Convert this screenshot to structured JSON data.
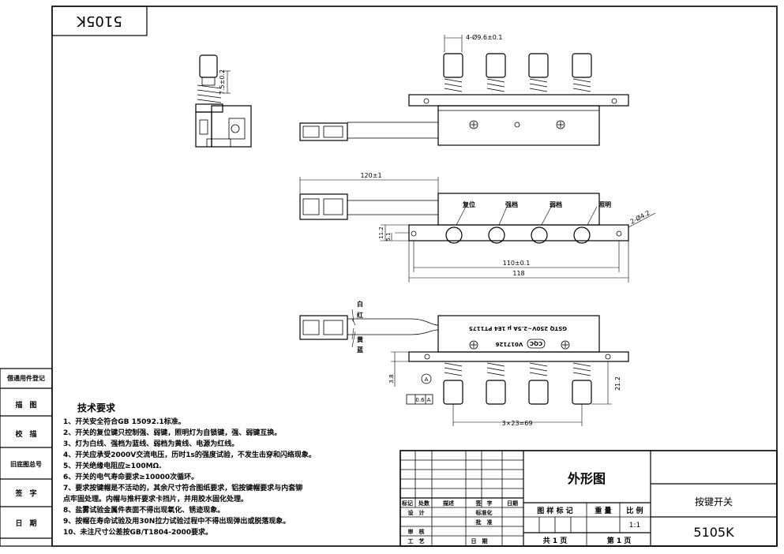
{
  "part_number": "5105K",
  "part_number_flipped": "5105K",
  "side_labels": [
    "借通用件登记",
    "描　图",
    "校　描",
    "旧底图总号",
    "签　字",
    "日　期"
  ],
  "tech": {
    "heading": "技术要求",
    "items": [
      "1、开关安全符合GB 15092.1标准。",
      "2、开关的复位键只控制强、弱键，照明灯为自锁键，强、弱键互换。",
      "3、灯为白线、强档为蓝线、弱档为黄线、电源为红线。",
      "4、开关应承受2000V交流电压，历时1s的强度试验，不发生击穿和闪络现象。",
      "5、开关绝缘电阻应≥100MΩ.",
      "6、开关的电气寿命要求≥10000次循环。",
      "7、要求按键帽是不活动的，其余尺寸符合图纸要求，铝按键帽要求与内套铆",
      "   点牢固处理。内帽与推杆要求卡挡片，并用胶水固化处理。",
      "8、盐雾试验金属件表面不得出现氧化、锈迹现象。",
      "9、按帽在寿命试验及用30N拉力试验过程中不得出现弹出或脱落现象。",
      "10、未注尺寸公差按GB/T1804-2000要求。"
    ]
  },
  "dims": {
    "cap_dia": "4-Ø9.6±0.1",
    "height": "7.5±0.2",
    "wire_len": "120±1",
    "hole_pitch": "110±0.1",
    "total_len": "118",
    "hole_dia": "2-Ø4.2",
    "h112": "11.2",
    "h51": "5.1",
    "h38": "3.8",
    "h212": "21.2",
    "pitch": "3×23=69",
    "datum_a": "A",
    "flatness": "0.6",
    "flatness_ref": "A"
  },
  "button_labels": [
    "复位",
    "强档",
    "弱档",
    "照明"
  ],
  "wire_labels": [
    "白",
    "红",
    "黄",
    "蓝"
  ],
  "housing_text": {
    "line1": "GSTQ  250V~2.5A μ 1E4  PT1175",
    "line2": "V017126",
    "cqc": "CQC"
  },
  "title_block": {
    "drawing_title": "外形图",
    "product_name": "按键开关",
    "part_code": "5105K",
    "scale": "1:1",
    "col_labels": [
      "标记",
      "处数",
      "描述",
      "签　字",
      "日期"
    ],
    "design": "设　计",
    "standard": "标准化",
    "review": "审　核",
    "approve": "批　准",
    "process": "工　艺",
    "date": "日　期",
    "sample_mark": "图 样 标 记",
    "weight": "重 量",
    "ratio": "比 例",
    "total_sheets": "共 1 页",
    "sheet_no": "第 1 页"
  }
}
